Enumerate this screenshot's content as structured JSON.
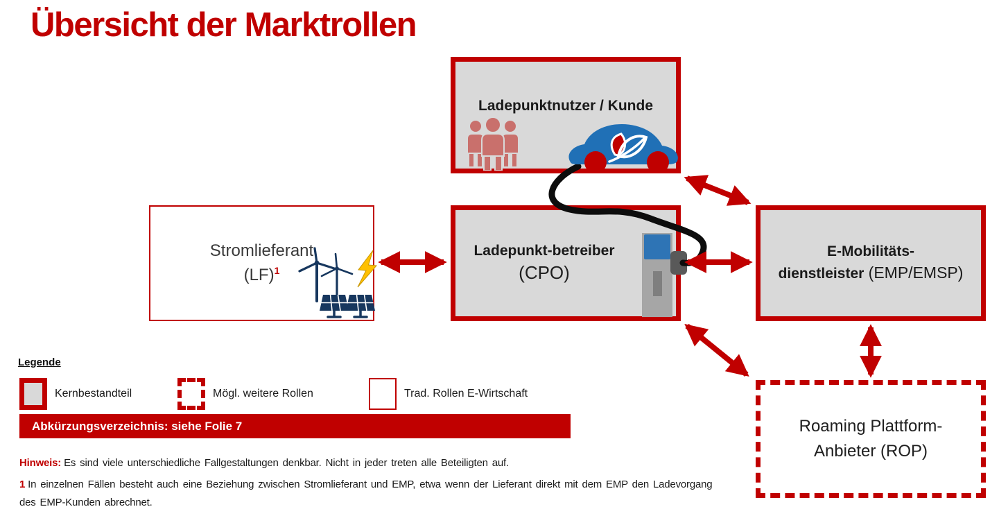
{
  "title": "Übersicht der Marktrollen",
  "colors": {
    "accent_red": "#C00000",
    "box_fill_gray": "#D9D9D9",
    "car_blue": "#2070B6",
    "icon_navy": "#17375E",
    "people_red": "#C9706C",
    "bolt_yellow": "#FFC000",
    "station_gray": "#A6A6A6",
    "cable_black": "#0d0d0d",
    "banner_text_white": "#FFFFFF"
  },
  "boxes": {
    "customer": {
      "label": "Ladepunktnutzer / Kunde"
    },
    "supplier": {
      "line1": "Stromlieferant",
      "line2": "(LF)",
      "footnote_ref": "1"
    },
    "cpo": {
      "line1": "Ladepunkt-betreiber",
      "line2": "(CPO)"
    },
    "emp": {
      "line1": "E-Mobilitäts-",
      "line2_bold": "dienstleister",
      "line2_plain": " (EMP/EMSP)"
    },
    "rop": {
      "line1": "Roaming Plattform-",
      "line2": "Anbieter (ROP)"
    }
  },
  "icons": {
    "customer_people": "people-icon",
    "customer_car": "electric-car-leaf-icon",
    "supplier_energy": "wind-solar-lightning-icon",
    "cpo_station": "charging-station-icon",
    "cable": "charging-cable"
  },
  "legend": {
    "heading": "Legende",
    "items": [
      {
        "label": "Kernbestandteil",
        "style": "thick-red-border-gray-fill"
      },
      {
        "label": "Mögl. weitere Rollen",
        "style": "dashed-red-border"
      },
      {
        "label": "Trad. Rollen E-Wirtschaft",
        "style": "thin-red-border"
      }
    ]
  },
  "banner": {
    "text": "Abkürzungsverzeichnis: siehe Folie 7"
  },
  "notes": {
    "hinweis_label": "Hinweis:",
    "hinweis_text": "Es sind viele unterschiedliche Fallgestaltungen denkbar. Nicht in jeder treten alle Beteiligten auf.",
    "footnote_marker": "1",
    "footnote_text": "In einzelnen Fällen besteht auch eine Beziehung zwischen Stromlieferant und EMP, etwa wenn der Lieferant direkt mit dem EMP den Ladevorgang des EMP-Kunden abrechnet."
  }
}
